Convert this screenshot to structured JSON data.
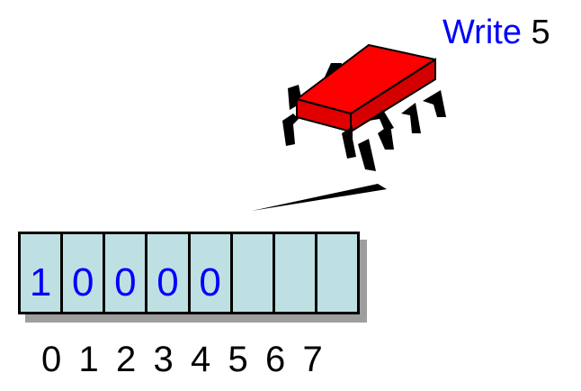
{
  "caption": {
    "verb": "Write",
    "argument": "5"
  },
  "icon": "chip-icon",
  "colors": {
    "chip_body": "#ff0000",
    "cell_fill": "#bfe0e2",
    "cell_text": "#0000ff",
    "shadow": "#9e9e9e"
  },
  "tape": {
    "cells": [
      "1",
      "0",
      "0",
      "0",
      "0",
      "",
      "",
      ""
    ],
    "indices": [
      "0",
      "1",
      "2",
      "3",
      "4",
      "5",
      "6",
      "7"
    ]
  }
}
